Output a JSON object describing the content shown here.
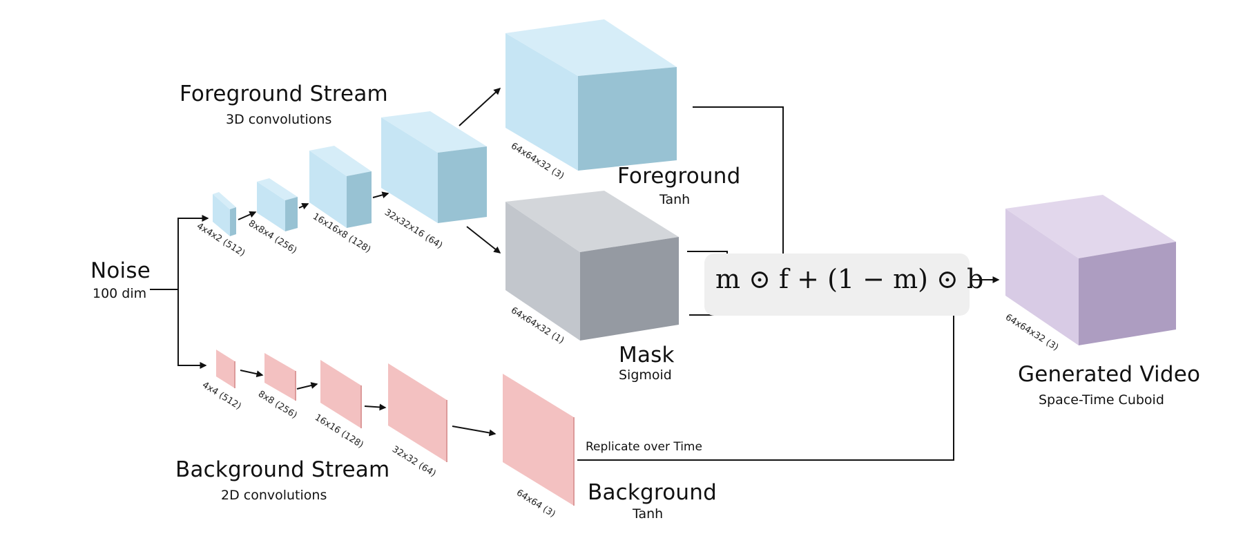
{
  "noise": {
    "title": "Noise",
    "sub": "100 dim"
  },
  "foreground_stream": {
    "title": "Foreground  Stream",
    "sub": "3D convolutions"
  },
  "background_stream": {
    "title": "Background  Stream",
    "sub": "2D convolutions"
  },
  "foreground": {
    "title": "Foreground",
    "sub": "Tanh",
    "dim": "64x64x32  (3)"
  },
  "mask": {
    "title": "Mask",
    "sub": "Sigmoid",
    "dim": "64x64x32  (1)"
  },
  "background": {
    "title": "Background",
    "sub": "Tanh",
    "dim": "64x64  (3)"
  },
  "generated": {
    "title": "Generated Video",
    "sub": "Space-Time Cuboid",
    "dim": "64x64x32  (3)"
  },
  "fg_layers": [
    "4x4x2  (512)",
    "8x8x4  (256)",
    "16x16x8  (128)",
    "32x32x16  (64)"
  ],
  "bg_layers": [
    "4x4  (512)",
    "8x8  (256)",
    "16x16  (128)",
    "32x32  (64)"
  ],
  "formula": "m ⊙ f + (1 − m) ⊙ b",
  "replicate_label": "Replicate  over Time",
  "colors": {
    "fg_front": "#c6e5f4",
    "fg_top": "#d6edf8",
    "fg_side": "#98c2d3",
    "mask_front": "#c2c6cc",
    "mask_top": "#d3d6da",
    "mask_side": "#959aa2",
    "bg_plane": "#f3c1c1",
    "bg_edge": "#dc9a9a",
    "gen_front": "#d8cbe5",
    "gen_top": "#e2d7ec",
    "gen_side": "#ad9dc1",
    "arrow": "#111111",
    "formula_bg": "#efefef"
  }
}
